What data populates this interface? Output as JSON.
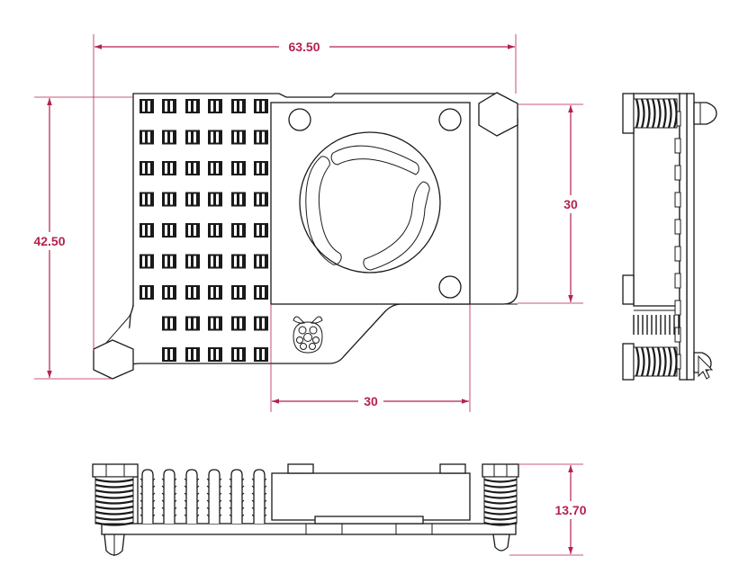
{
  "colors": {
    "dimension": "#b5224d",
    "outline": "#1a1a1a",
    "background": "#ffffff"
  },
  "dimensions": {
    "overall_width": "63.50",
    "overall_height": "42.50",
    "fan_height": "30",
    "fan_width": "30",
    "total_thickness": "13.70"
  },
  "icons": {
    "logo": "raspberry-logo-icon",
    "cursor": "mouse-cursor-icon"
  }
}
